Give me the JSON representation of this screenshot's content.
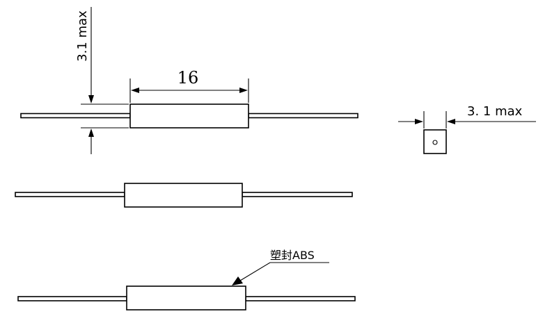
{
  "dimensions": {
    "body_length": "16",
    "diameter_left": "3.1 max",
    "diameter_right": "3. 1 max"
  },
  "annotation": {
    "material_label": "塑封ABS"
  }
}
